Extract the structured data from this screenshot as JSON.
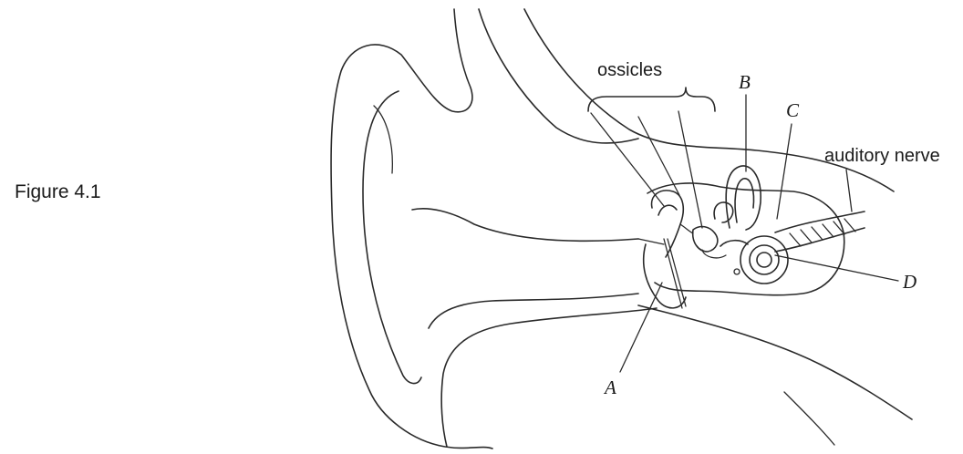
{
  "figure": {
    "caption": "Figure 4.1"
  },
  "labels": {
    "ossicles": "ossicles",
    "auditory_nerve": "auditory nerve",
    "a": "A",
    "b": "B",
    "c": "C",
    "d": "D"
  },
  "colors": {
    "ink": "#2a2a2a",
    "background": "#ffffff"
  }
}
